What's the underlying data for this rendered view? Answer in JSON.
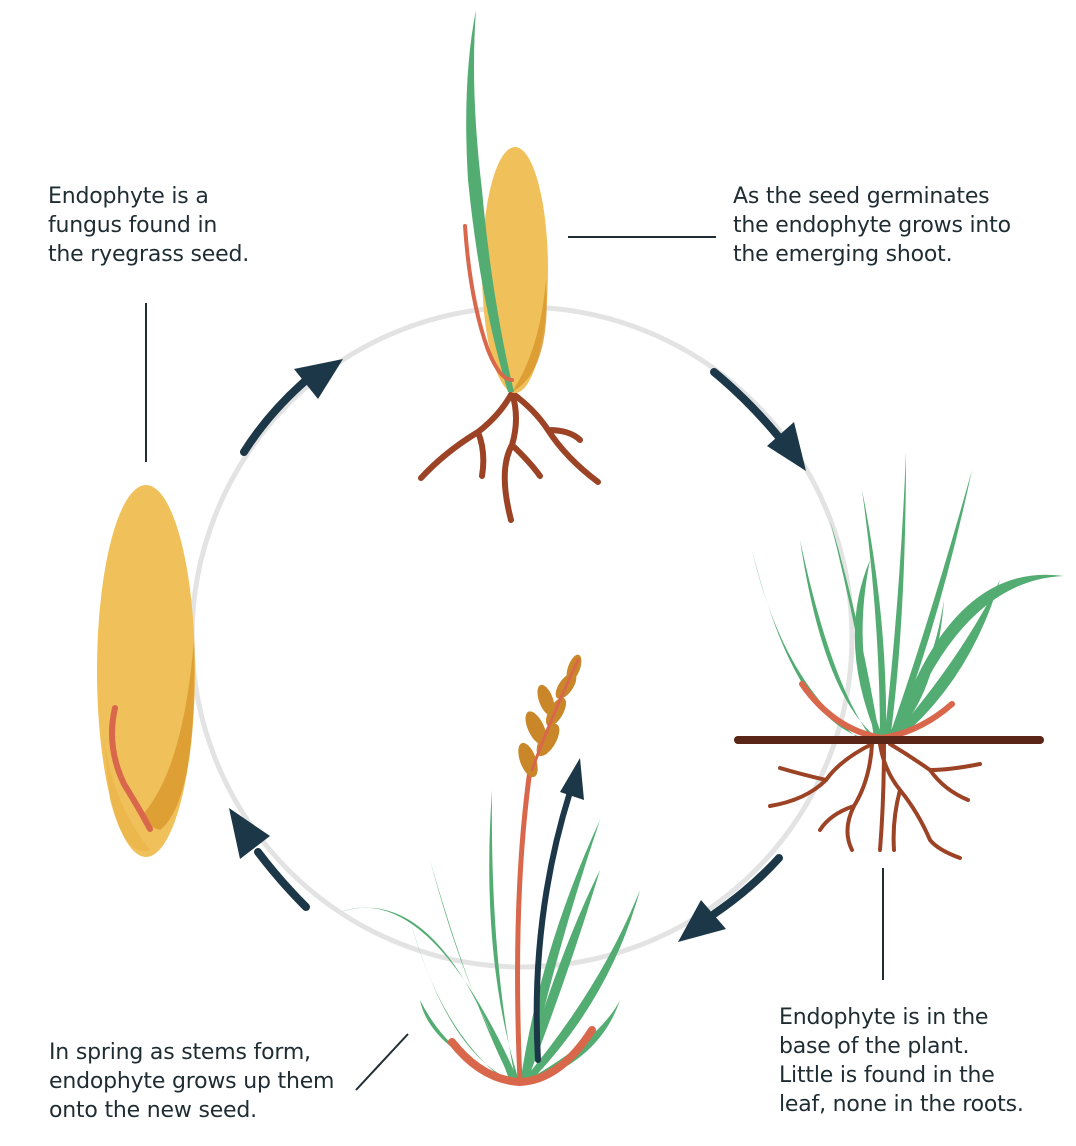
{
  "captions": {
    "seed": [
      "Endophyte is a",
      "fungus found in",
      "the ryegrass seed."
    ],
    "germination": [
      "As the seed germinates",
      "the endophyte grows into",
      "the emerging shoot."
    ],
    "base": [
      "Endophyte is in the",
      "base of the plant.",
      "Little is found in the",
      "leaf, none in the roots."
    ],
    "spring": [
      "In spring as stems form,",
      "endophyte grows up them",
      "onto the new seed."
    ]
  },
  "colors": {
    "cycle_ring": "#e3e3e3",
    "arrow": "#1c3747",
    "seed": "#f0c05a",
    "seed_shade": "#d8952a",
    "leaf": "#53ad72",
    "endophyte": "#d9674b",
    "root": "#9c4326",
    "soil_line": "#5a2416",
    "connector": "#1f2d33"
  }
}
